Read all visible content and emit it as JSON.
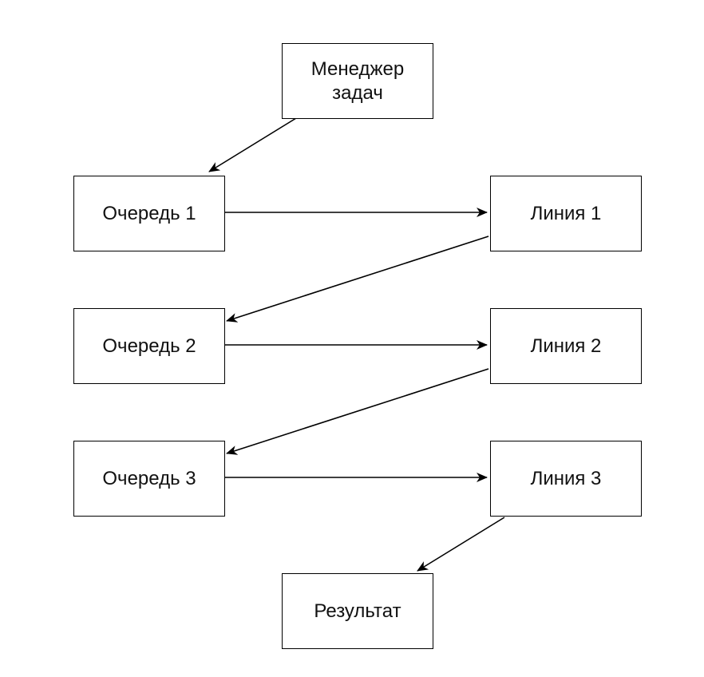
{
  "diagram": {
    "nodes": {
      "manager": "Менеджер\nзадач",
      "queue1": "Очередь 1",
      "line1": "Линия 1",
      "queue2": "Очередь 2",
      "line2": "Линия 2",
      "queue3": "Очередь 3",
      "line3": "Линия 3",
      "result": "Результат"
    },
    "edges": [
      {
        "from": "manager",
        "to": "queue1"
      },
      {
        "from": "queue1",
        "to": "line1"
      },
      {
        "from": "line1",
        "to": "queue2"
      },
      {
        "from": "queue2",
        "to": "line2"
      },
      {
        "from": "line2",
        "to": "queue3"
      },
      {
        "from": "queue3",
        "to": "line3"
      },
      {
        "from": "line3",
        "to": "result"
      }
    ],
    "colors": {
      "stroke": "#000000",
      "text": "#111111",
      "background": "#ffffff"
    }
  }
}
